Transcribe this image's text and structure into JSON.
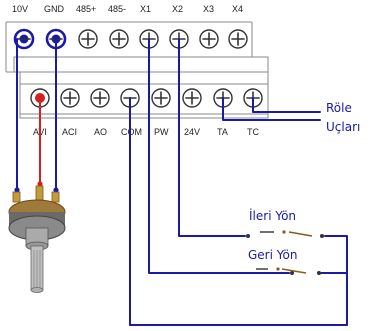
{
  "terminals": {
    "top_row": [
      "10V",
      "GND",
      "485+",
      "485-",
      "X1",
      "X2",
      "X3",
      "X4"
    ],
    "bottom_row": [
      "AVI",
      "ACI",
      "AO",
      "COM",
      "PW",
      "24V",
      "TA",
      "TC"
    ]
  },
  "annotations": {
    "relay_line1": "Röle",
    "relay_line2": "Uçları",
    "forward_switch": "İleri Yön",
    "reverse_switch": "Geri Yön"
  },
  "colors": {
    "wire": "#1a1aa6",
    "wire_red": "#d42020",
    "terminal_block": "#ffffff",
    "highlight_terminal": "#1a1aa6"
  },
  "icons": [
    "screw-terminal-icon",
    "potentiometer-icon",
    "switch-icon"
  ]
}
